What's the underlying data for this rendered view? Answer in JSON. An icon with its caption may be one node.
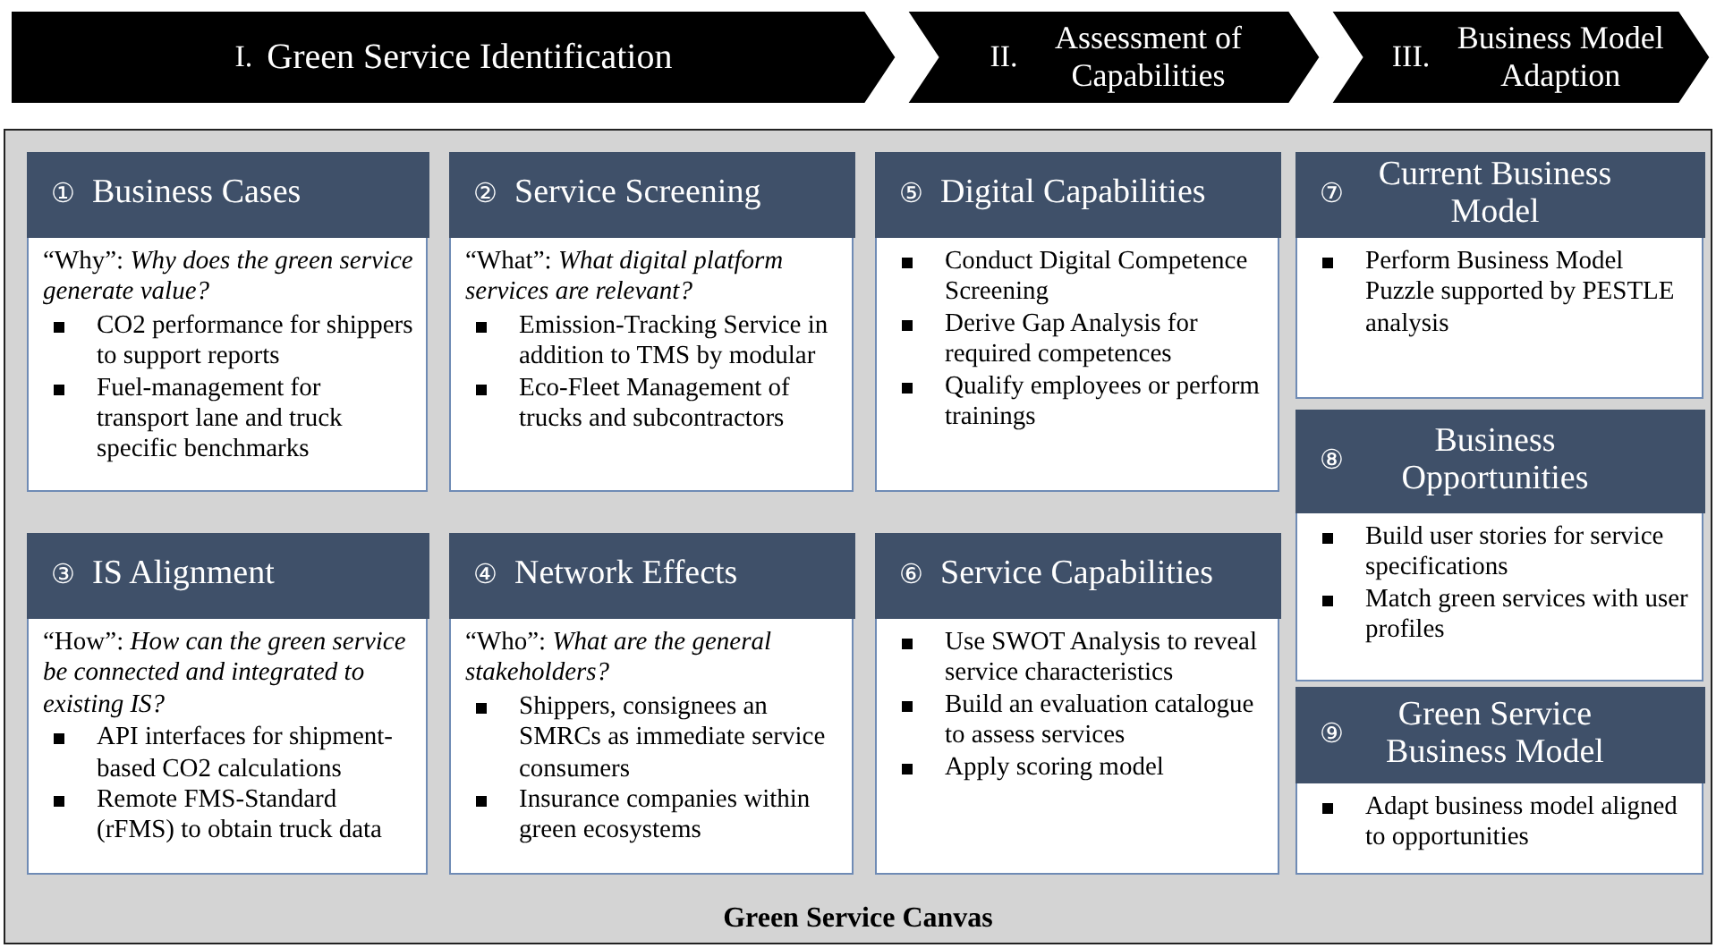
{
  "diagram": {
    "nodes": [
      {
        "text": [
          "I.",
          "Green Service Identification"
        ]
      },
      {
        "text": [
          "II.",
          "Assessment of Capabilities"
        ]
      },
      {
        "text": [
          "III.",
          "Business Model Adaption"
        ]
      },
      {
        "text": [
          "Green Service Canvas"
        ]
      },
      {
        "text": [
          "“Why”: *Why does the green service generate value?*",
          "CO2 performance for shippers to support reports",
          "Fuel-management for transport lane and truck specific benchmarks"
        ],
        "in": 3
      },
      {
        "text": [
          "①",
          "Business Cases"
        ],
        "in": 4
      },
      {
        "text": [
          "“What”: *What digital platform services are relevant?*",
          "Emission-Tracking Service in addition to TMS by modular",
          "Eco-Fleet Management of trucks and subcontractors"
        ],
        "in": 3
      },
      {
        "text": [
          "②",
          "Service Screening"
        ],
        "in": 6
      },
      {
        "text": [
          "Conduct Digital Competence Screening",
          "Derive Gap Analysis for required competences",
          "Qualify employees or perform trainings"
        ],
        "in": 3
      },
      {
        "text": [
          "⑤",
          "Digital Capabilities"
        ],
        "in": 8
      },
      {
        "text": [
          "Perform Business Model Puzzle supported by PESTLE analysis"
        ],
        "in": 3
      },
      {
        "text": [
          "⑦",
          "Current Business Model"
        ],
        "in": 10
      },
      {
        "text": [
          "Build user stories for service specifications",
          "Match green services with user profiles"
        ],
        "in": 3
      },
      {
        "text": [
          "⑧",
          "Business Opportunities"
        ],
        "in": 12
      },
      {
        "text": [
          "“How”: *How can the green service be connected and integrated to existing IS?*",
          "API interfaces for shipment-based CO2 calculations",
          "Remote FMS-Standard (rFMS) to obtain truck data"
        ],
        "in": 3
      },
      {
        "text": [
          "③",
          "IS Alignment"
        ],
        "in": 14
      },
      {
        "text": [
          "“Who”: *What are the general stakeholders?*",
          "Shippers, consignees an SMRCs as immediate service consumers",
          "Insurance companies within green ecosystems"
        ],
        "in": 3
      },
      {
        "text": [
          "④",
          "Network Effects"
        ],
        "in": 16
      },
      {
        "text": [
          "Use SWOT Analysis to reveal service characteristics",
          "Build an evaluation catalogue to assess services",
          "Apply scoring model"
        ],
        "in": 3
      },
      {
        "text": [
          "⑥",
          "Service Capabilities"
        ],
        "in": 18
      },
      {
        "text": [
          "Adapt business model aligned to opportunities"
        ],
        "in": 3
      },
      {
        "text": [
          "⑨",
          "Green Service Business Model"
        ],
        "in": 20
      }
    ]
  }
}
